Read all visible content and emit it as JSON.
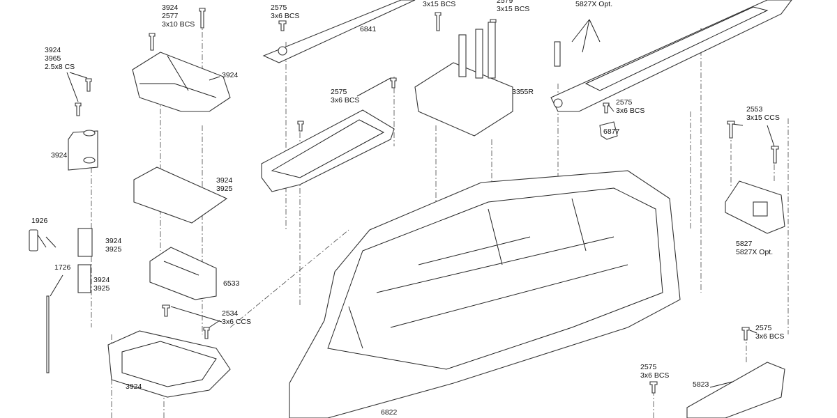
{
  "labels": {
    "receiver_box_cover": [
      "3924",
      "2577",
      "3x10 BCS"
    ],
    "wire_clamp_screws": [
      "3924",
      "3965",
      "2.5x8 CS"
    ],
    "cover_part": [
      "3924"
    ],
    "wire_clamp": [
      "3924"
    ],
    "seal": [
      "3924",
      "3925"
    ],
    "antenna_cap": [
      "1926"
    ],
    "antenna_tube": [
      "1726"
    ],
    "antenna_seal_1": [
      "3924",
      "3925"
    ],
    "antenna_seal_2": [
      "3924",
      "3925"
    ],
    "receiver": [
      "6533"
    ],
    "box_screws": [
      "2534",
      "3x6 CCS"
    ],
    "receiver_box": [
      "3924"
    ],
    "battery_hold_screw_top": [
      "2575",
      "3x6 BCS"
    ],
    "battery_strap": [
      "6841"
    ],
    "esc_screw_left": [
      "3x15 BCS"
    ],
    "esc_screw_right": [
      "2579",
      "3x15 BCS"
    ],
    "battery_hold_opt": [
      "5827X Opt."
    ],
    "battery_clip_screw": [
      "2575",
      "3x6 BCS"
    ],
    "esc": [
      "3355R"
    ],
    "post_screw": [
      "2575",
      "3x6 BCS"
    ],
    "post": [
      "6877"
    ],
    "bulkhead_screws": [
      "2553",
      "3x15 CCS"
    ],
    "bulkhead": [
      "5827",
      "5827X Opt."
    ],
    "side_guard_screw": [
      "2575",
      "3x6 BCS"
    ],
    "side_guard_screw_2": [
      "2575",
      "3x6 BCS"
    ],
    "side_guard": [
      "5823"
    ],
    "chassis": [
      "6822"
    ]
  }
}
